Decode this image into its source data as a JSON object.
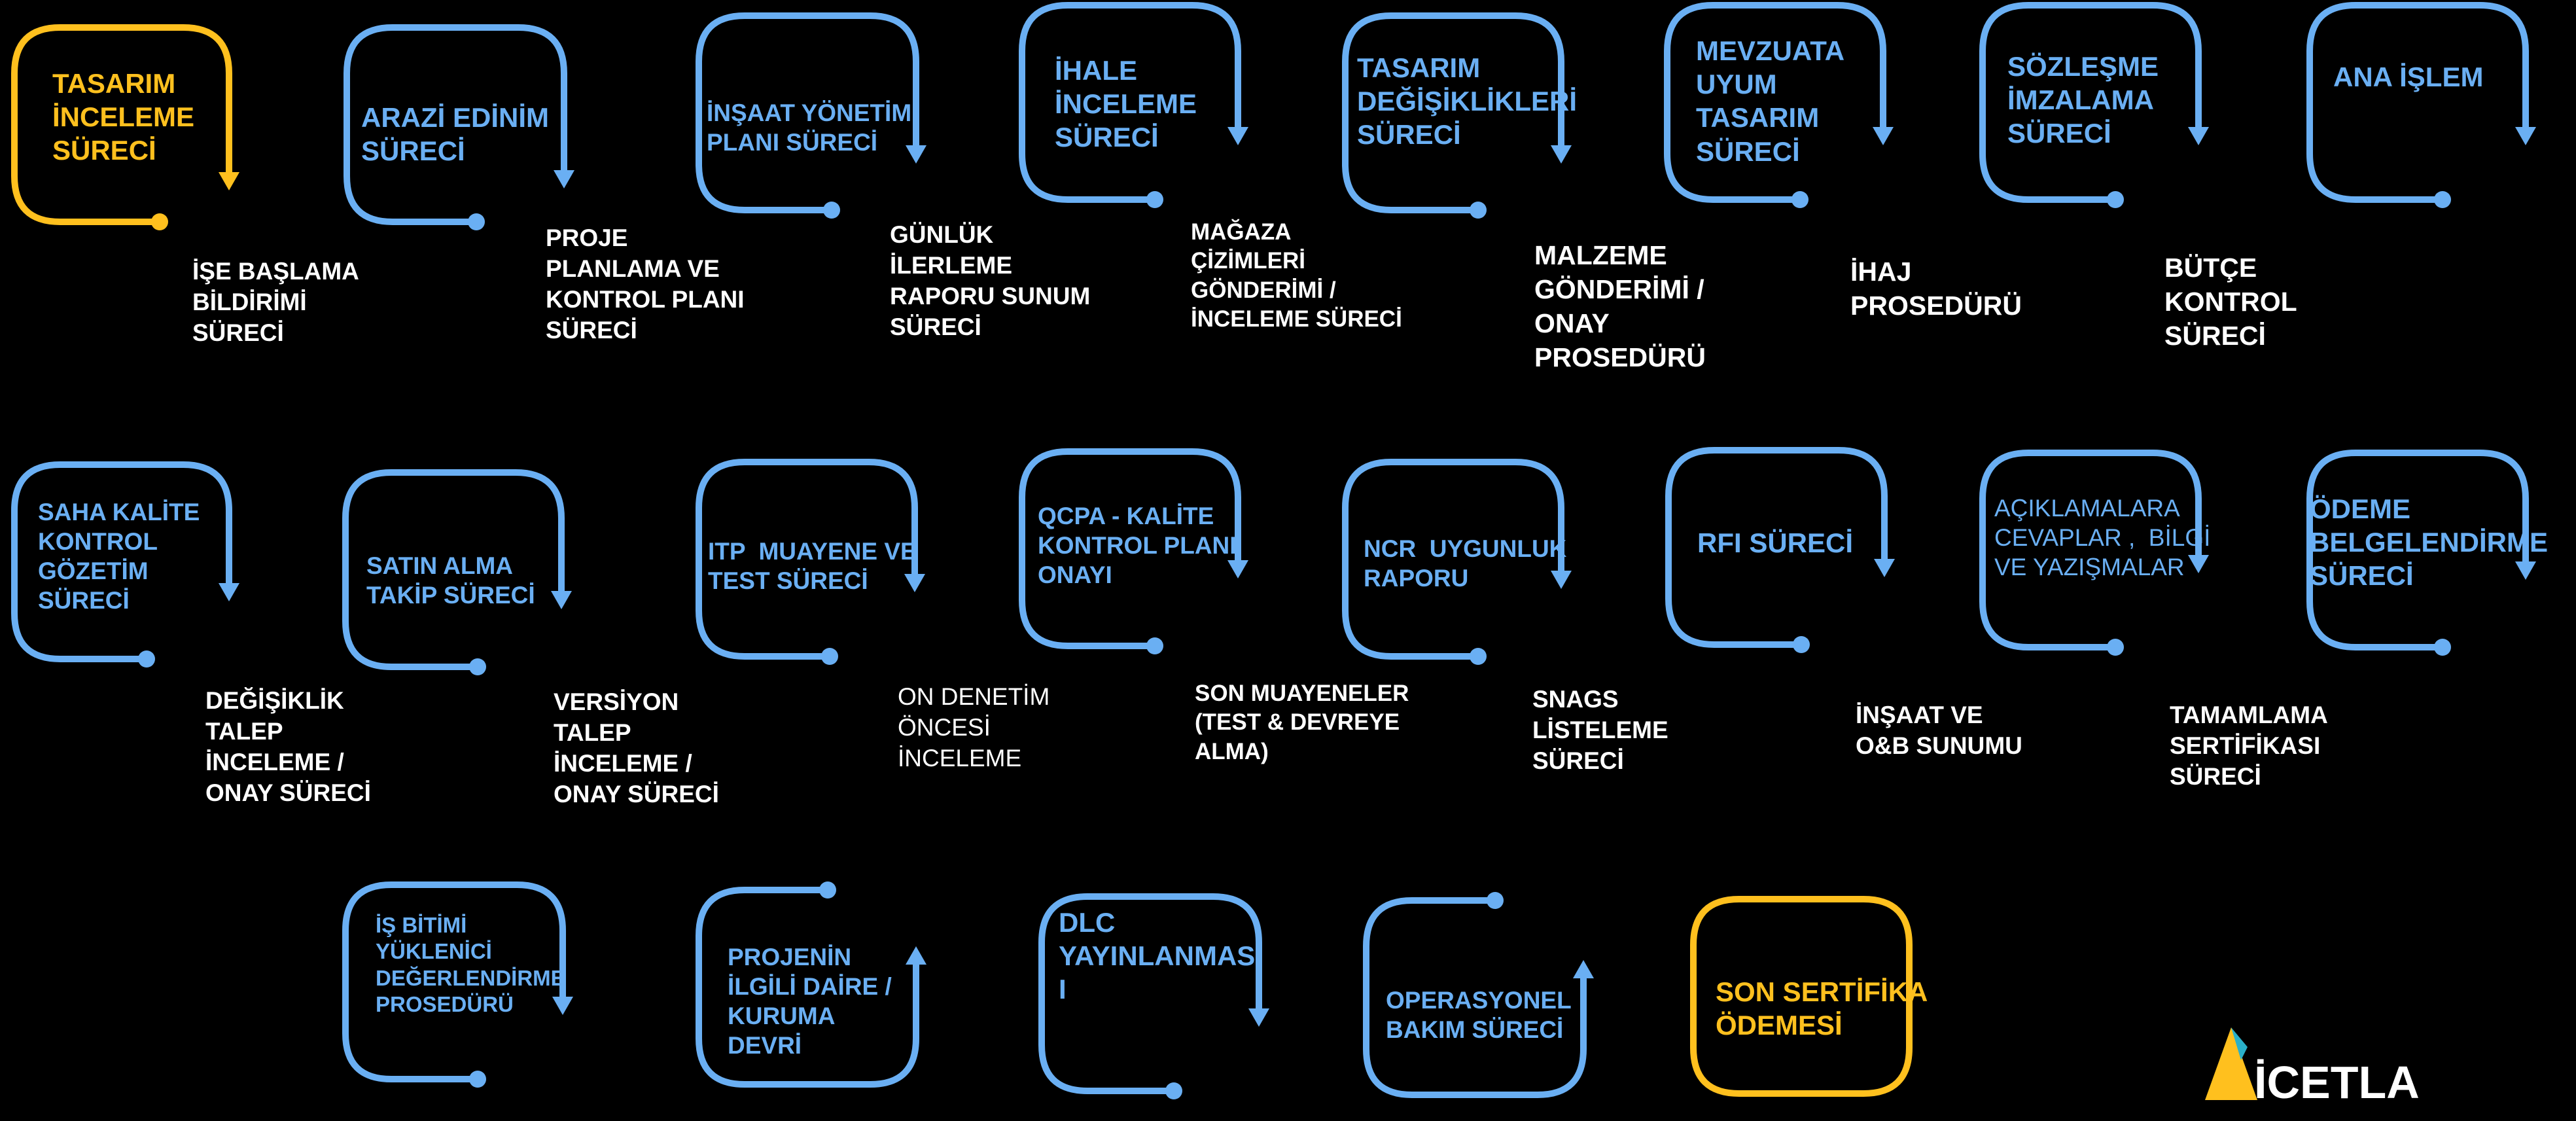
{
  "colors": {
    "process": "#6aaff3",
    "highlight": "#ffc01e",
    "text": "#ffffff",
    "background": "#000000"
  },
  "nodes": [
    {
      "id": "tasarim-inceleme",
      "label": "TASARIM\nİNCELEME\nSÜRECİ",
      "color": "highlight",
      "dir": "down",
      "sub": "İŞE BAŞLAMA\nBİLDİRİMİ\nSÜRECİ"
    },
    {
      "id": "arazi-edinim",
      "label": "ARAZİ EDİNİM\nSÜRECİ",
      "color": "process",
      "dir": "down",
      "sub": "PROJE\nPLANLAMA VE\nKONTROL PLANI\nSÜRECİ"
    },
    {
      "id": "insaat-yonetim",
      "label": "İNŞAAT YÖNETİM\nPLANI SÜRECİ",
      "color": "process",
      "dir": "down",
      "sub": "GÜNLÜK\nİLERLEME\nRAPORU SUNUM\nSÜRECİ"
    },
    {
      "id": "ihale-inceleme",
      "label": "İHALE\nİNCELEME\nSÜRECİ",
      "color": "process",
      "dir": "down",
      "sub": "MAĞAZA\nÇİZİMLERİ\nGÖNDERİMİ /\nİNCELEME SÜRECİ"
    },
    {
      "id": "tasarim-degisiklikleri",
      "label": "TASARIM\nDEĞİŞİKLİKLERİ\nSÜRECİ",
      "color": "process",
      "dir": "down",
      "sub": "MALZEME\nGÖNDERİMİ /\nONAY\nPROSEDÜRÜ"
    },
    {
      "id": "mevzuata-uyum",
      "label": "MEVZUATA\nUYUM\nTASARIM\nSÜRECİ",
      "color": "process",
      "dir": "down",
      "sub": "İHAJ\nPROSEDÜRÜ"
    },
    {
      "id": "sozlesme-imzalama",
      "label": "SÖZLEŞME\nİMZALAMA\nSÜRECİ",
      "color": "process",
      "dir": "down",
      "sub": "BÜTÇE\nKONTROL\nSÜRECİ"
    },
    {
      "id": "ana-islem",
      "label": "ANA İŞLEM",
      "color": "process",
      "dir": "down",
      "sub": ""
    },
    {
      "id": "saha-kalite",
      "label": "SAHA KALİTE\nKONTROL\nGÖZETİM\nSÜRECİ",
      "color": "process",
      "dir": "down",
      "sub": "DEĞİŞİKLİK\nTALEP\nİNCELEME /\nONAY SÜRECİ"
    },
    {
      "id": "satin-alma",
      "label": "SATIN ALMA\nTAKİP SÜRECİ",
      "color": "process",
      "dir": "down",
      "sub": "VERSİYON\nTALEP\nİNCELEME /\nONAY SÜRECİ"
    },
    {
      "id": "itp-muayene",
      "label": "ITP  MUAYENE VE\nTEST SÜRECİ",
      "color": "process",
      "dir": "down",
      "sub": "ON DENETİM\nÖNCESİ\nİNCELEME"
    },
    {
      "id": "qcpa",
      "label": "QCPA - KALİTE\nKONTROL PLANI\nONAYI",
      "color": "process",
      "dir": "down",
      "sub": "SON MUAYENELER\n(TEST & DEVREYE\nALMA)"
    },
    {
      "id": "ncr",
      "label": "NCR  UYGUNLUK\nRAPORU",
      "color": "process",
      "dir": "down",
      "sub": "SNAGS\nLİSTELEME\nSÜRECİ"
    },
    {
      "id": "rfi",
      "label": "RFI SÜRECİ",
      "color": "process",
      "dir": "down",
      "sub": "İNŞAAT VE\nO&B SUNUMU"
    },
    {
      "id": "aciklamalar",
      "label": "AÇIKLAMALARA\nCEVAPLAR ,  BİLGİ\nVE YAZIŞMALAR",
      "color": "process",
      "dir": "down",
      "sub": "TAMAMLAMA\nSERTİFİKASI\nSÜRECİ"
    },
    {
      "id": "odeme-belgelendirme",
      "label": "ÖDEME\nBELGELENDİRME\nSÜRECİ",
      "color": "process",
      "dir": "down",
      "sub": ""
    },
    {
      "id": "is-bitimi",
      "label": "İŞ BİTİMİ\nYÜKLENİCİ\nDEĞERLENDİRME\nPROSEDÜRÜ",
      "color": "process",
      "dir": "down",
      "sub": ""
    },
    {
      "id": "proje-devri",
      "label": "PROJENİN\nİLGİLİ DAİRE /\nKURUMA\nDEVRİ",
      "color": "process",
      "dir": "up",
      "sub": ""
    },
    {
      "id": "dlc",
      "label": "DLC\nYAYINLANMAS\nI",
      "color": "process",
      "dir": "down",
      "sub": ""
    },
    {
      "id": "operasyonel-bakim",
      "label": "OPERASYONEL\nBAKIM SÜRECİ",
      "color": "process",
      "dir": "up",
      "sub": ""
    },
    {
      "id": "son-sertifika",
      "label": "SON SERTİFİKA\nÖDEMESİ",
      "color": "highlight",
      "dir": "none",
      "sub": ""
    }
  ],
  "logo": {
    "text": "İCETLA"
  }
}
